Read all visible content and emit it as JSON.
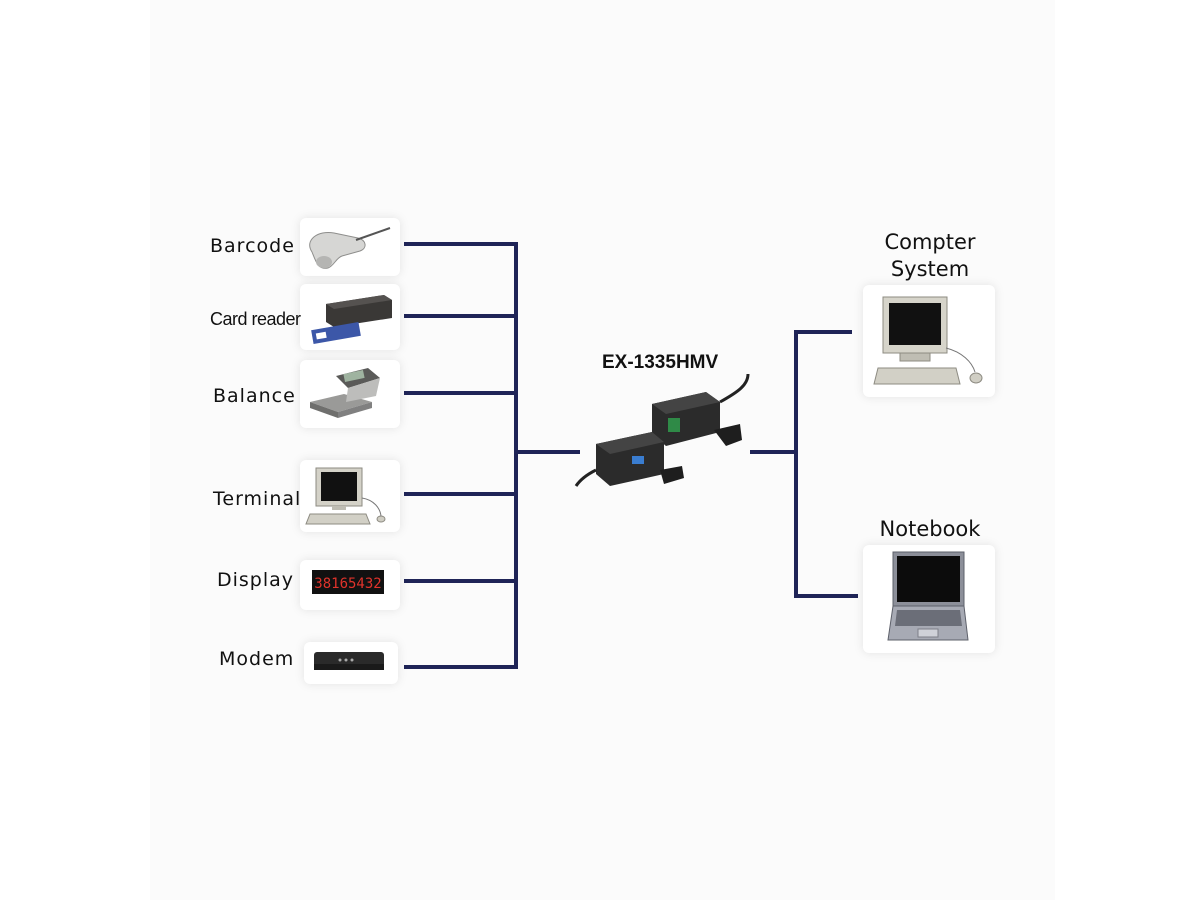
{
  "diagram": {
    "hub_label": "EX-1335HMV",
    "line_color": "#1f2457",
    "devices": [
      {
        "label": "Barcode",
        "icon": "barcode-scanner-icon"
      },
      {
        "label": "Card reader",
        "icon": "card-reader-icon"
      },
      {
        "label": "Balance",
        "icon": "balance-scale-icon"
      },
      {
        "label": "Terminal",
        "icon": "terminal-computer-icon"
      },
      {
        "label": "Display",
        "icon": "led-display-icon"
      },
      {
        "label": "Modem",
        "icon": "modem-icon"
      }
    ],
    "hosts": [
      {
        "label_line1": "Compter",
        "label_line2": "System",
        "icon": "desktop-computer-icon"
      },
      {
        "label_line1": "Notebook",
        "label_line2": "",
        "icon": "notebook-icon"
      }
    ],
    "display_digits": "38165432"
  }
}
